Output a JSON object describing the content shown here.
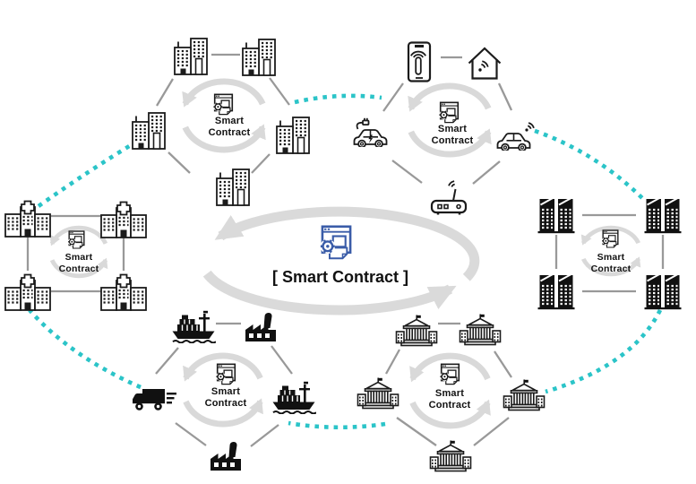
{
  "diagram": {
    "center": {
      "label": "[ Smart Contract ]",
      "icon": "smart-contract-window-gear-document-icon",
      "icon_color": "#3A5CA8"
    },
    "clusters": [
      {
        "id": "enterprise-buildings",
        "label1": "Smart",
        "label2": "Contract",
        "icons": [
          "office-building",
          "office-building",
          "office-building",
          "office-building",
          "office-building"
        ]
      },
      {
        "id": "iot-devices",
        "label1": "Smart",
        "label2": "Contract",
        "icons": [
          "smartphone-touch",
          "smart-home",
          "electric-car",
          "connected-car",
          "wifi-router"
        ]
      },
      {
        "id": "hospitals",
        "label1": "Smart",
        "label2": "Contract",
        "icons": [
          "hospital",
          "hospital",
          "hospital",
          "hospital"
        ]
      },
      {
        "id": "data-centers",
        "label1": "Smart",
        "label2": "Contract",
        "icons": [
          "server-rack",
          "server-rack",
          "server-rack",
          "server-rack"
        ]
      },
      {
        "id": "logistics",
        "label1": "Smart",
        "label2": "Contract",
        "icons": [
          "cargo-ship",
          "factory",
          "delivery-truck",
          "cargo-ship",
          "factory"
        ]
      },
      {
        "id": "government",
        "label1": "Smart",
        "label2": "Contract",
        "icons": [
          "government-building",
          "government-building",
          "government-building",
          "government-building",
          "government-building"
        ]
      }
    ],
    "colors": {
      "teal_link": "#2BC4C8",
      "center_icon_blue": "#3A5CA8",
      "cluster_line_gray": "#999999",
      "swirl_gray": "#D9D9D9",
      "icon_black": "#111111"
    }
  }
}
